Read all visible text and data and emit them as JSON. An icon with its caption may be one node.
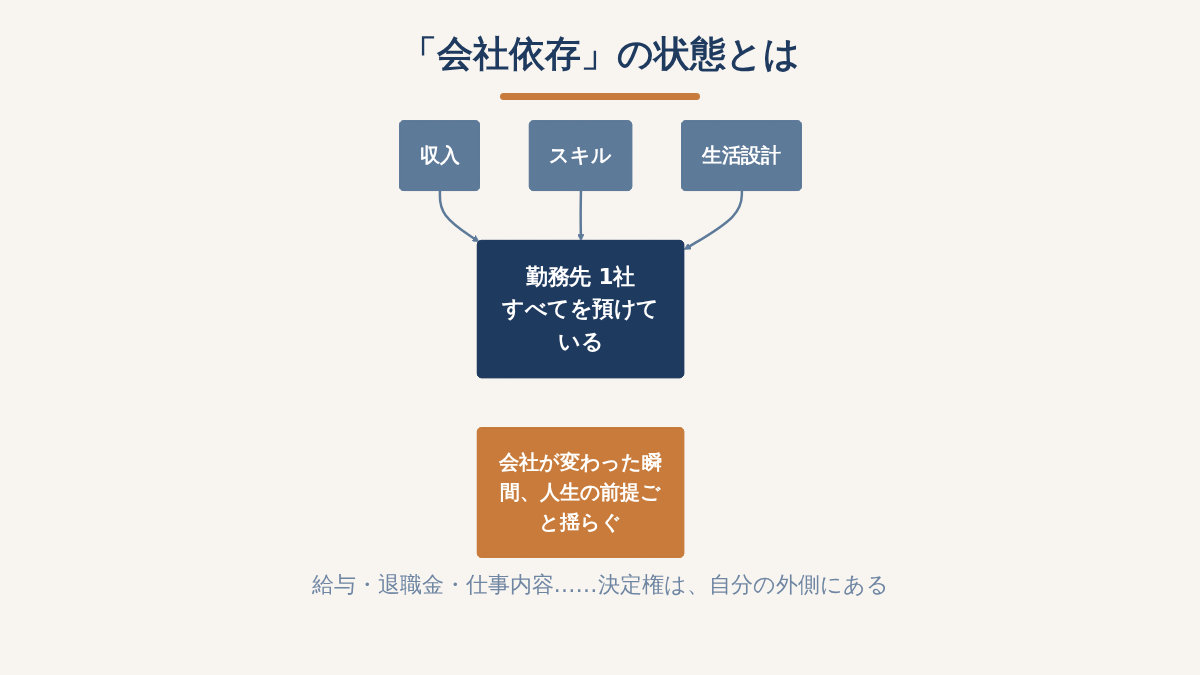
{
  "diagram": {
    "title": "「会社依存」の状態とは",
    "nodes": [
      {
        "text": [
          "収入"
        ]
      },
      {
        "text": [
          "スキル"
        ]
      },
      {
        "text": [
          "生活設計"
        ]
      },
      {
        "text": [
          "勤務先 1社",
          "すべてを預けている"
        ]
      },
      {
        "text": [
          "会社が変わった瞬間、人生の前提ごと揺らぐ"
        ]
      }
    ],
    "edges": [
      {
        "from": 0,
        "to": 3,
        "arrow": "to"
      },
      {
        "from": 1,
        "to": 3,
        "arrow": "to"
      },
      {
        "from": 2,
        "to": 3,
        "arrow": "to"
      }
    ],
    "labels": [
      "給与・退職金・仕事内容……決定権は、自分の外側にある"
    ]
  }
}
